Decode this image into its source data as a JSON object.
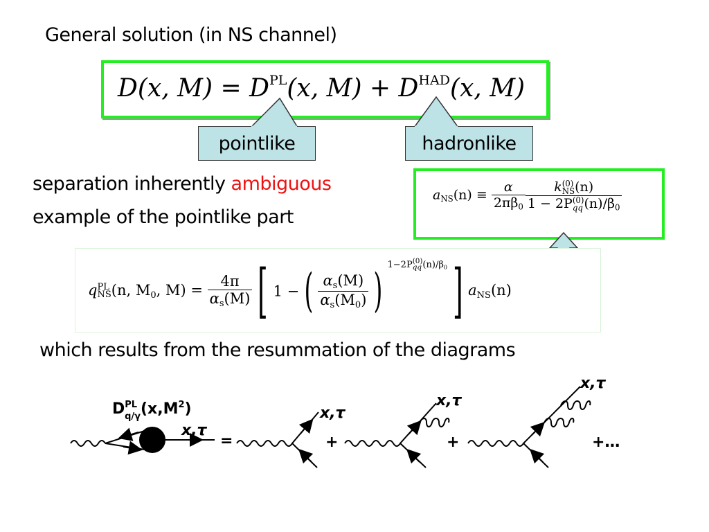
{
  "title": "General solution (in NS channel)",
  "main_eq": {
    "lhs": "D(x, M) = ",
    "d1": "D",
    "pl": "PL",
    "mid": "(x, M) + ",
    "d2": "D",
    "had": "HAD",
    "rhs": "(x, M)"
  },
  "callouts": {
    "pointlike": "pointlike",
    "hadronlike": "hadronlike"
  },
  "text": {
    "sep_prefix": "separation inherently ",
    "sep_highlight": "ambiguous",
    "example": "example of the pointlike part",
    "which": "which results from the resummation of the diagrams"
  },
  "an_eq": {
    "lhs": "a",
    "lhs_sub": "NS",
    "lhs_arg": "(n) ≡",
    "f1_num": "α",
    "f1_den": "2πβ",
    "f1_den_sub": "0",
    "f2_num": "k",
    "f2_num_sup": "(0)",
    "f2_num_sub": "NS",
    "f2_num_arg": "(n)",
    "f2_den": "1 − 2P",
    "f2_den_sup": "(0)",
    "f2_den_sub": "qq",
    "f2_den_rest": "(n)/β",
    "f2_den_rest_sub": "0"
  },
  "q_eq": {
    "q": "q",
    "q_sup": "PL",
    "q_sub": "NS",
    "args": "(n, M",
    "args_sub": "0",
    "args_end": ", M) =",
    "f_num": "4π",
    "f_den": "α",
    "f_den_sub": "s",
    "f_den_arg": "(M)",
    "one_minus": "1 −",
    "r_num": "α",
    "r_num_sub": "s",
    "r_num_arg": "(M)",
    "r_den": "α",
    "r_den_sub": "s",
    "r_den_arg": "(M",
    "r_den_arg_sub": "0",
    "r_den_arg_end": ")",
    "exp": "1−2P",
    "exp_sup": "(0)",
    "exp_sub": "qq",
    "exp_rest": "(n)/β",
    "exp_rest_sub": "0",
    "tail": "a",
    "tail_sub": "NS",
    "tail_arg": "(n)"
  },
  "diagram": {
    "d_label": "D",
    "d_sup": "PL",
    "d_sub": "q/γ",
    "d_arg": "(x,M",
    "d_arg_sup": "2",
    "d_arg_end": ")",
    "xt": "x,τ",
    "eq": "=",
    "plus": "+",
    "plus_dots": "+…"
  }
}
